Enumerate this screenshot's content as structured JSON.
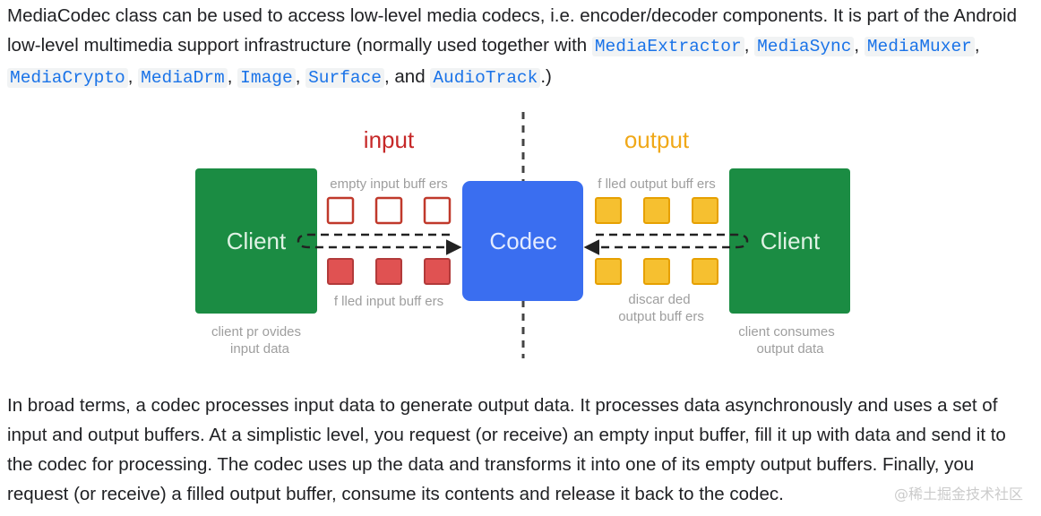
{
  "intro": {
    "lead": "MediaCodec class can be used to access low-level media codecs, i.e. encoder/decoder components. It is part of the Android low-level multimedia support infrastructure (normally used together with ",
    "links": [
      "MediaExtractor",
      "MediaSync",
      "MediaMuxer",
      "MediaCrypto",
      "MediaDrm",
      "Image",
      "Surface",
      "AudioTrack"
    ],
    "sep": ", ",
    "and_text": ", and ",
    "tail": ".)"
  },
  "diagram": {
    "input_title": "input",
    "output_title": "output",
    "client_left_label": "Client",
    "client_right_label": "Client",
    "codec_label": "Codec",
    "empty_input_label": "empty input buff ers",
    "filled_input_label": "f lled input buff ers",
    "filled_output_label": "f lled output buff ers",
    "discarded_label_1": "discar ded",
    "discarded_label_2": "output buff ers",
    "client_provides_1": "client pr ovides",
    "client_provides_2": "input data",
    "client_consumes_1": "client consumes",
    "client_consumes_2": "output data",
    "colors": {
      "client": "#1b8c43",
      "codec": "#3a6ef0",
      "input_title": "#c62828",
      "output_title": "#f0a818",
      "empty_input_stroke": "#c0392b",
      "filled_input_fill": "#e05252",
      "output_fill": "#f6c030",
      "output_stroke": "#e6a000"
    }
  },
  "body": {
    "text": "In broad terms, a codec processes input data to generate output data. It processes data asynchronously and uses a set of input and output buffers. At a simplistic level, you request (or receive) an empty input buffer, fill it up with data and send it to the codec for processing. The codec uses up the data and transforms it into one of its empty output buffers. Finally, you request (or receive) a filled output buffer, consume its contents and release it back to the codec."
  },
  "watermark": "@稀土掘金技术社区"
}
